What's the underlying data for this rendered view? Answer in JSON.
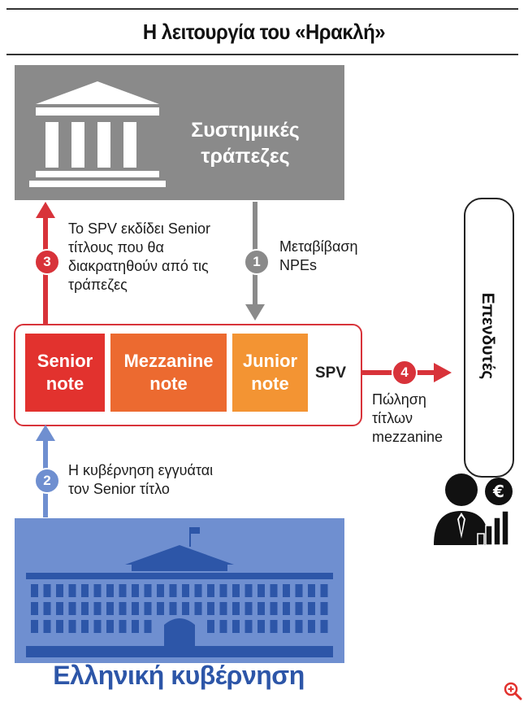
{
  "title": "Η λειτουργία του «Ηρακλή»",
  "banks": {
    "label": "Συστημικές τράπεζες",
    "icon": "bank-building-icon"
  },
  "step1": {
    "number": "1",
    "text": "Μεταβίβαση NPEs"
  },
  "step3": {
    "number": "3",
    "text": "Το SPV εκδίδει Senior τίτλους που θα διακρατηθούν από τις τράπεζες"
  },
  "spv": {
    "label": "SPV",
    "tranches": [
      {
        "label": "Senior note",
        "color": "#e2322e"
      },
      {
        "label": "Mezzanine note",
        "color": "#ec6a30"
      },
      {
        "label": "Junior note",
        "color": "#f39433"
      }
    ]
  },
  "step4": {
    "number": "4",
    "text": "Πώληση τίτλων mezzanine"
  },
  "investors": {
    "label": "Επενδυτές",
    "icon": "investor-icon"
  },
  "step2": {
    "number": "2",
    "text": "Η κυβέρνηση εγγυάται τον Senior τίτλο"
  },
  "government": {
    "label": "Ελληνική κυβέρνηση",
    "icon": "parliament-building-icon"
  },
  "colors": {
    "red": "#d8333a",
    "grey": "#8a8a8a",
    "blue": "#6f8fd0",
    "gov_text": "#2d56a8"
  },
  "zoom_icon": "zoom-in-icon"
}
